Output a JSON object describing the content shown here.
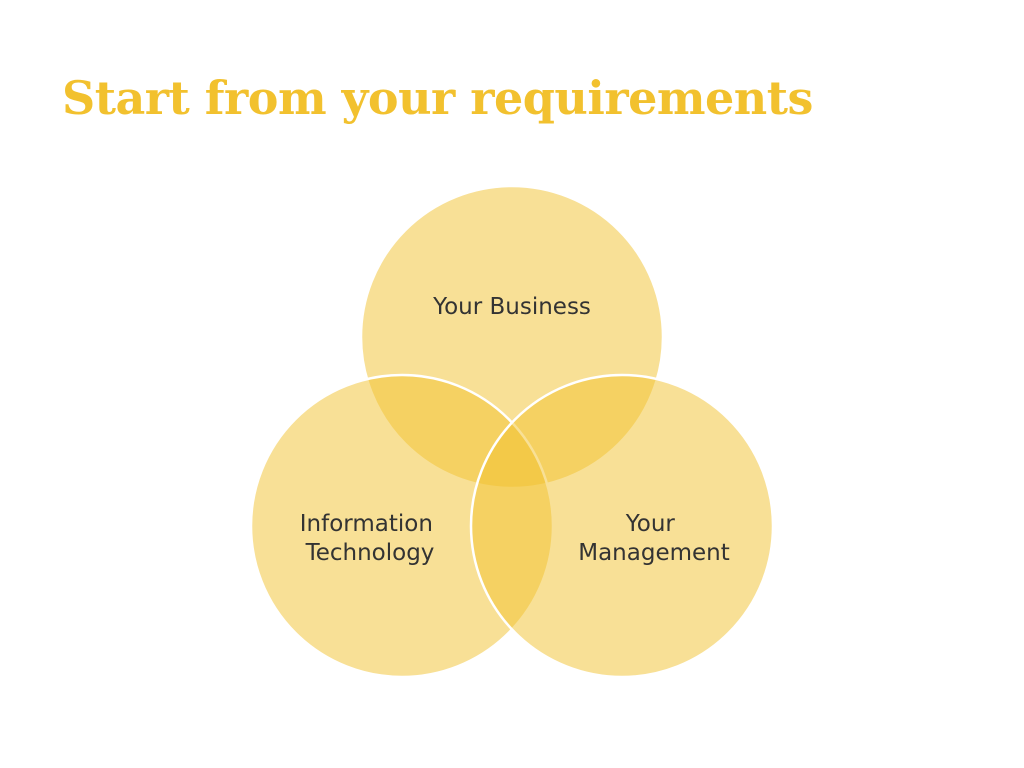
{
  "slide": {
    "title": "Start from your requirements"
  },
  "venn": {
    "colors": {
      "fill": "#f2c12e",
      "stroke": "#ffffff",
      "text": "#333333"
    },
    "circles": [
      {
        "id": "business",
        "label_lines": [
          "Your Business"
        ]
      },
      {
        "id": "it",
        "label_lines": [
          "Information",
          "Technology"
        ]
      },
      {
        "id": "management",
        "label_lines": [
          "Your",
          "Management"
        ]
      }
    ]
  }
}
